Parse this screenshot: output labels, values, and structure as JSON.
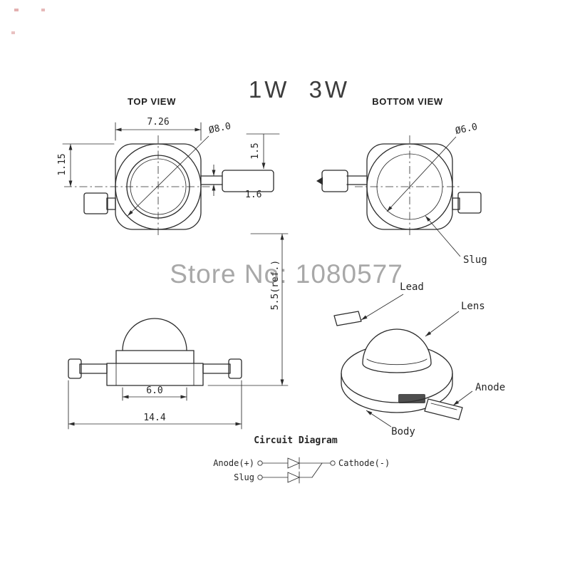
{
  "page": {
    "title": "1W 3W",
    "watermark": "Store No: 1080577",
    "colors": {
      "line": "#2b2b2b",
      "watermark": "#9a9a9a",
      "background": "#ffffff"
    }
  },
  "top_view": {
    "label": "TOP VIEW",
    "dimensions": {
      "body_width": "7.26",
      "outer_diameter": "Ø8.0",
      "lead_offset": "1.15",
      "lead_thickness": "1.5",
      "lead_pitch": "1.6"
    }
  },
  "bottom_view": {
    "label": "BOTTOM VIEW",
    "dimensions": {
      "slug_diameter": "Ø6.0"
    },
    "callouts": {
      "slug": "Slug"
    }
  },
  "side_view": {
    "dimensions": {
      "height": "5.5(ref.)",
      "lens_base": "6.0",
      "overall_width": "14.4"
    }
  },
  "perspective_view": {
    "callouts": {
      "lead": "Lead",
      "lens": "Lens",
      "anode": "Anode",
      "body": "Body"
    }
  },
  "circuit": {
    "title": "Circuit Diagram",
    "terminals": {
      "anode": "Anode(+)",
      "slug": "Slug",
      "cathode": "Cathode(-)"
    }
  }
}
